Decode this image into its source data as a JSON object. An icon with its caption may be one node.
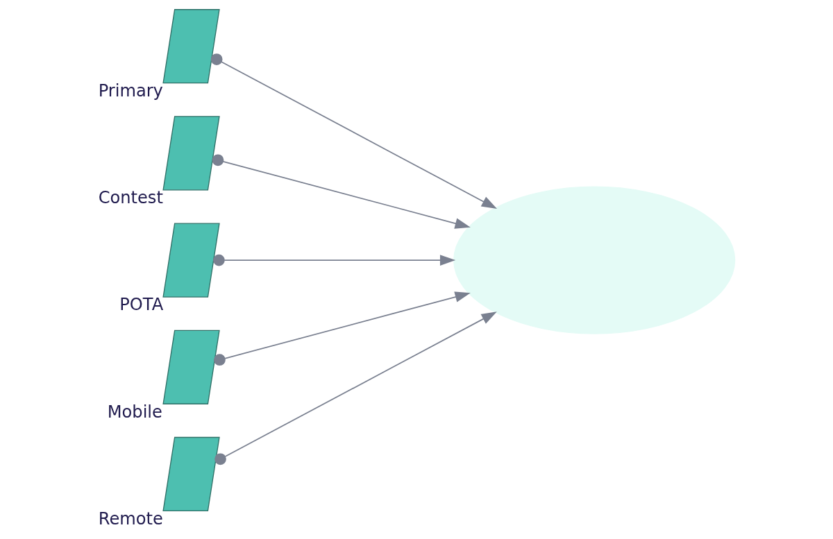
{
  "diagram": {
    "nodes": [
      {
        "text": [],
        "shape": "parallelogram",
        "beside": [
          "Primary"
        ]
      },
      {
        "text": [],
        "shape": "parallelogram",
        "beside": [
          "Contest"
        ]
      },
      {
        "text": [],
        "shape": "parallelogram",
        "beside": [
          "POTA"
        ]
      },
      {
        "text": [],
        "shape": "parallelogram",
        "beside": [
          "Mobile"
        ]
      },
      {
        "text": [],
        "shape": "parallelogram",
        "beside": [
          "Remote"
        ]
      },
      {
        "text": [],
        "shape": "cloud"
      }
    ],
    "edges": [
      {
        "from": 0,
        "to": 5,
        "arrow": "to"
      },
      {
        "from": 1,
        "to": 5,
        "arrow": "to"
      },
      {
        "from": 2,
        "to": 5,
        "arrow": "to"
      },
      {
        "from": 3,
        "to": 5,
        "arrow": "to"
      },
      {
        "from": 4,
        "to": 5,
        "arrow": "to"
      }
    ]
  }
}
